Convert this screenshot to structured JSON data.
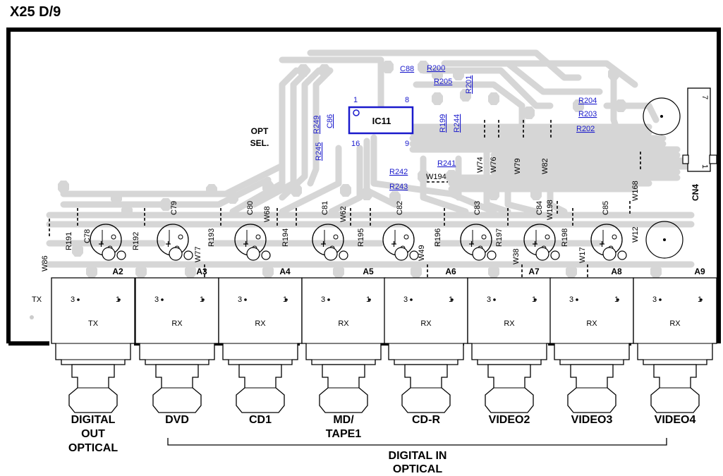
{
  "title": "X25 D/9",
  "colors": {
    "trace": "#d6d6d6",
    "board_border": "#000000",
    "silk": "#000000",
    "ref_blue": "#1a1acc"
  },
  "opt_sel": [
    "OPT",
    "SEL."
  ],
  "ic": {
    "name": "IC11",
    "pin1": "1",
    "pin8": "8",
    "pin9": "9",
    "pin16": "16"
  },
  "blue_refs": [
    "C88",
    "R200",
    "R205",
    "R201",
    "R249",
    "C86",
    "R245",
    "R199",
    "R244",
    "R204",
    "R203",
    "R202",
    "R242",
    "R243",
    "R241"
  ],
  "black_refs": [
    "W194",
    "W74",
    "W76",
    "W79",
    "W82",
    "W168",
    "W86",
    "R191",
    "C78",
    "R192",
    "C79",
    "R193",
    "W77",
    "C80",
    "W68",
    "R194",
    "C81",
    "W62",
    "R195",
    "C82",
    "W49",
    "R196",
    "C83",
    "R197",
    "W38",
    "C84",
    "W198",
    "R198",
    "W17",
    "C85",
    "W12"
  ],
  "connector": {
    "name": "CN4",
    "pin_top": "7",
    "pin_bottom": "1"
  },
  "tx_label": "TX",
  "pin_labels": [
    "3",
    "1"
  ],
  "jacks": [
    {
      "id": "A2",
      "mode": "TX",
      "name_lines": [
        "DIGITAL",
        "OUT",
        "OPTICAL"
      ]
    },
    {
      "id": "A3",
      "mode": "RX",
      "name_lines": [
        "DVD"
      ]
    },
    {
      "id": "A4",
      "mode": "RX",
      "name_lines": [
        "CD1"
      ]
    },
    {
      "id": "A5",
      "mode": "RX",
      "name_lines": [
        "MD/",
        "TAPE1"
      ]
    },
    {
      "id": "A6",
      "mode": "RX",
      "name_lines": [
        "CD-R"
      ]
    },
    {
      "id": "A7",
      "mode": "RX",
      "name_lines": [
        "VIDEO2"
      ]
    },
    {
      "id": "A8",
      "mode": "RX",
      "name_lines": [
        "VIDEO3"
      ]
    },
    {
      "id": "A9",
      "mode": "RX",
      "name_lines": [
        "VIDEO4"
      ]
    }
  ],
  "group_label": [
    "DIGITAL IN",
    "OPTICAL"
  ]
}
